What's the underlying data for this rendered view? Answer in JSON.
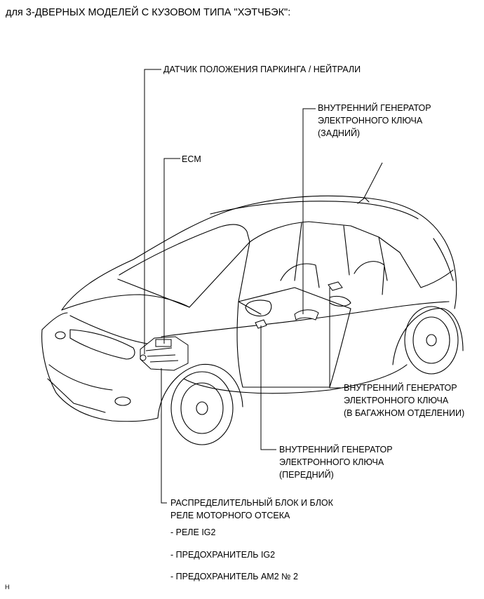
{
  "heading": "для 3-ДВЕРНЫХ МОДЕЛЕЙ С КУЗОВОМ ТИПА \"ХЭТЧБЭК\":",
  "labels": {
    "pn_sensor": "ДАТЧИК ПОЛОЖЕНИЯ ПАРКИНГА / НЕЙТРАЛИ",
    "rear_osc": [
      "ВНУТРЕННИЙ ГЕНЕРАТОР",
      "ЭЛЕКТРОННОГО КЛЮЧА",
      "(ЗАДНИЙ)"
    ],
    "ecm": "ECM",
    "luggage_osc": [
      "ВНУТРЕННИЙ ГЕНЕРАТОР",
      "ЭЛЕКТРОННОГО КЛЮЧА",
      "(В БАГАЖНОМ ОТДЕЛЕНИИ)"
    ],
    "front_osc": [
      "ВНУТРЕННИЙ ГЕНЕРАТОР",
      "ЭЛЕКТРОННОГО КЛЮЧА",
      "(ПЕРЕДНИЙ)"
    ],
    "relay_block": [
      "РАСПРЕДЕЛИТЕЛЬНЫЙ БЛОК И БЛОК",
      "РЕЛЕ МОТОРНОГО ОТСЕКА"
    ],
    "relay_items": [
      "- РЕЛЕ IG2",
      "- ПРЕДОХРАНИТЕЛЬ IG2",
      "- ПРЕДОХРАНИТЕЛЬ AM2 № 2"
    ]
  },
  "footer": "H"
}
